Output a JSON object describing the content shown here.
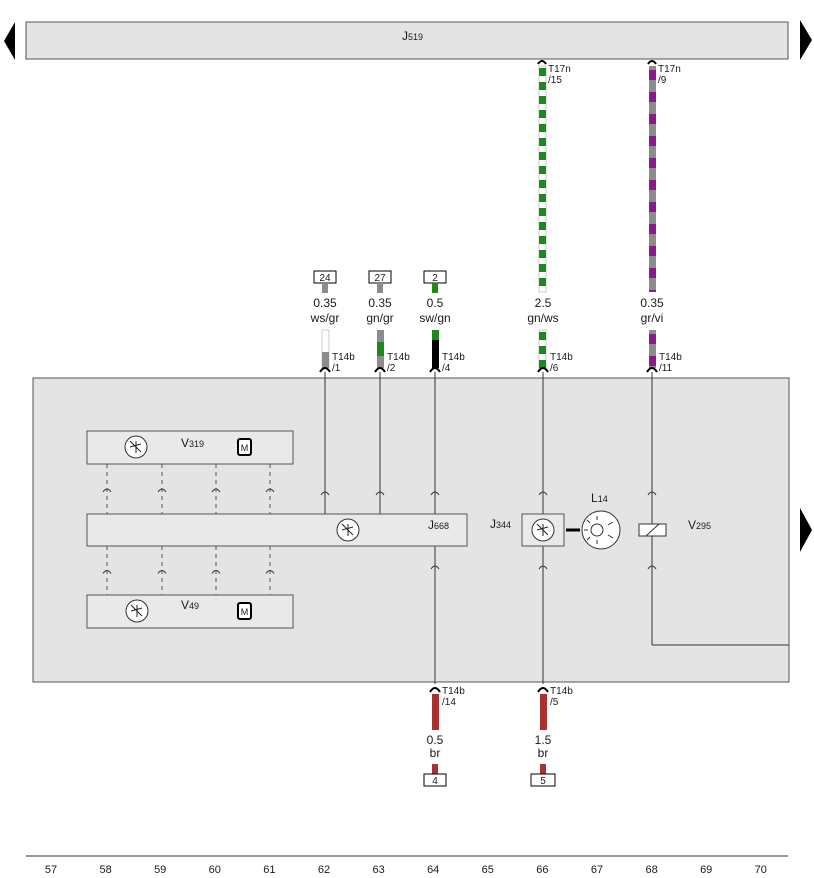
{
  "colors": {
    "panel": "#e4e4e4",
    "wire_grey": "#8c8c8c",
    "wire_green": "#1e8a1e",
    "wire_black": "#000000",
    "wire_violet": "#8a1a8a",
    "wire_brown": "#a83232",
    "white": "#ffffff"
  },
  "control_unit": {
    "main": "J519",
    "main_sub": "519"
  },
  "components": {
    "v319": {
      "main": "V",
      "sub": "319"
    },
    "v49": {
      "main": "V",
      "sub": "49"
    },
    "j668": {
      "main": "J",
      "sub": "668"
    },
    "j344": {
      "main": "J",
      "sub": "344"
    },
    "l14": {
      "main": "L",
      "sub": "14"
    },
    "v295": {
      "main": "V",
      "sub": "295"
    }
  },
  "top_connectors": [
    {
      "connector": "T17n",
      "pin": "/15"
    },
    {
      "connector": "T17n",
      "pin": "/9"
    }
  ],
  "wires": [
    {
      "ref": "24",
      "gauge": "0.35",
      "color": "ws/gr",
      "connector": "T14b",
      "pin": "/1"
    },
    {
      "ref": "27",
      "gauge": "0.35",
      "color": "gn/gr",
      "connector": "T14b",
      "pin": "/2"
    },
    {
      "ref": "2",
      "gauge": "0.5",
      "color": "sw/gn",
      "connector": "T14b",
      "pin": "/4"
    },
    {
      "ref": "",
      "gauge": "2.5",
      "color": "gn/ws",
      "connector": "T14b",
      "pin": "/6"
    },
    {
      "ref": "",
      "gauge": "0.35",
      "color": "gr/vi",
      "connector": "T14b",
      "pin": "/11"
    }
  ],
  "bottom_wires": [
    {
      "ref": "4",
      "gauge": "0.5",
      "color": "br",
      "connector": "T14b",
      "pin": "/14"
    },
    {
      "ref": "5",
      "gauge": "1.5",
      "color": "br",
      "connector": "T14b",
      "pin": "/5"
    }
  ],
  "grid_numbers": [
    "57",
    "58",
    "59",
    "60",
    "61",
    "62",
    "63",
    "64",
    "65",
    "66",
    "67",
    "68",
    "69",
    "70"
  ]
}
